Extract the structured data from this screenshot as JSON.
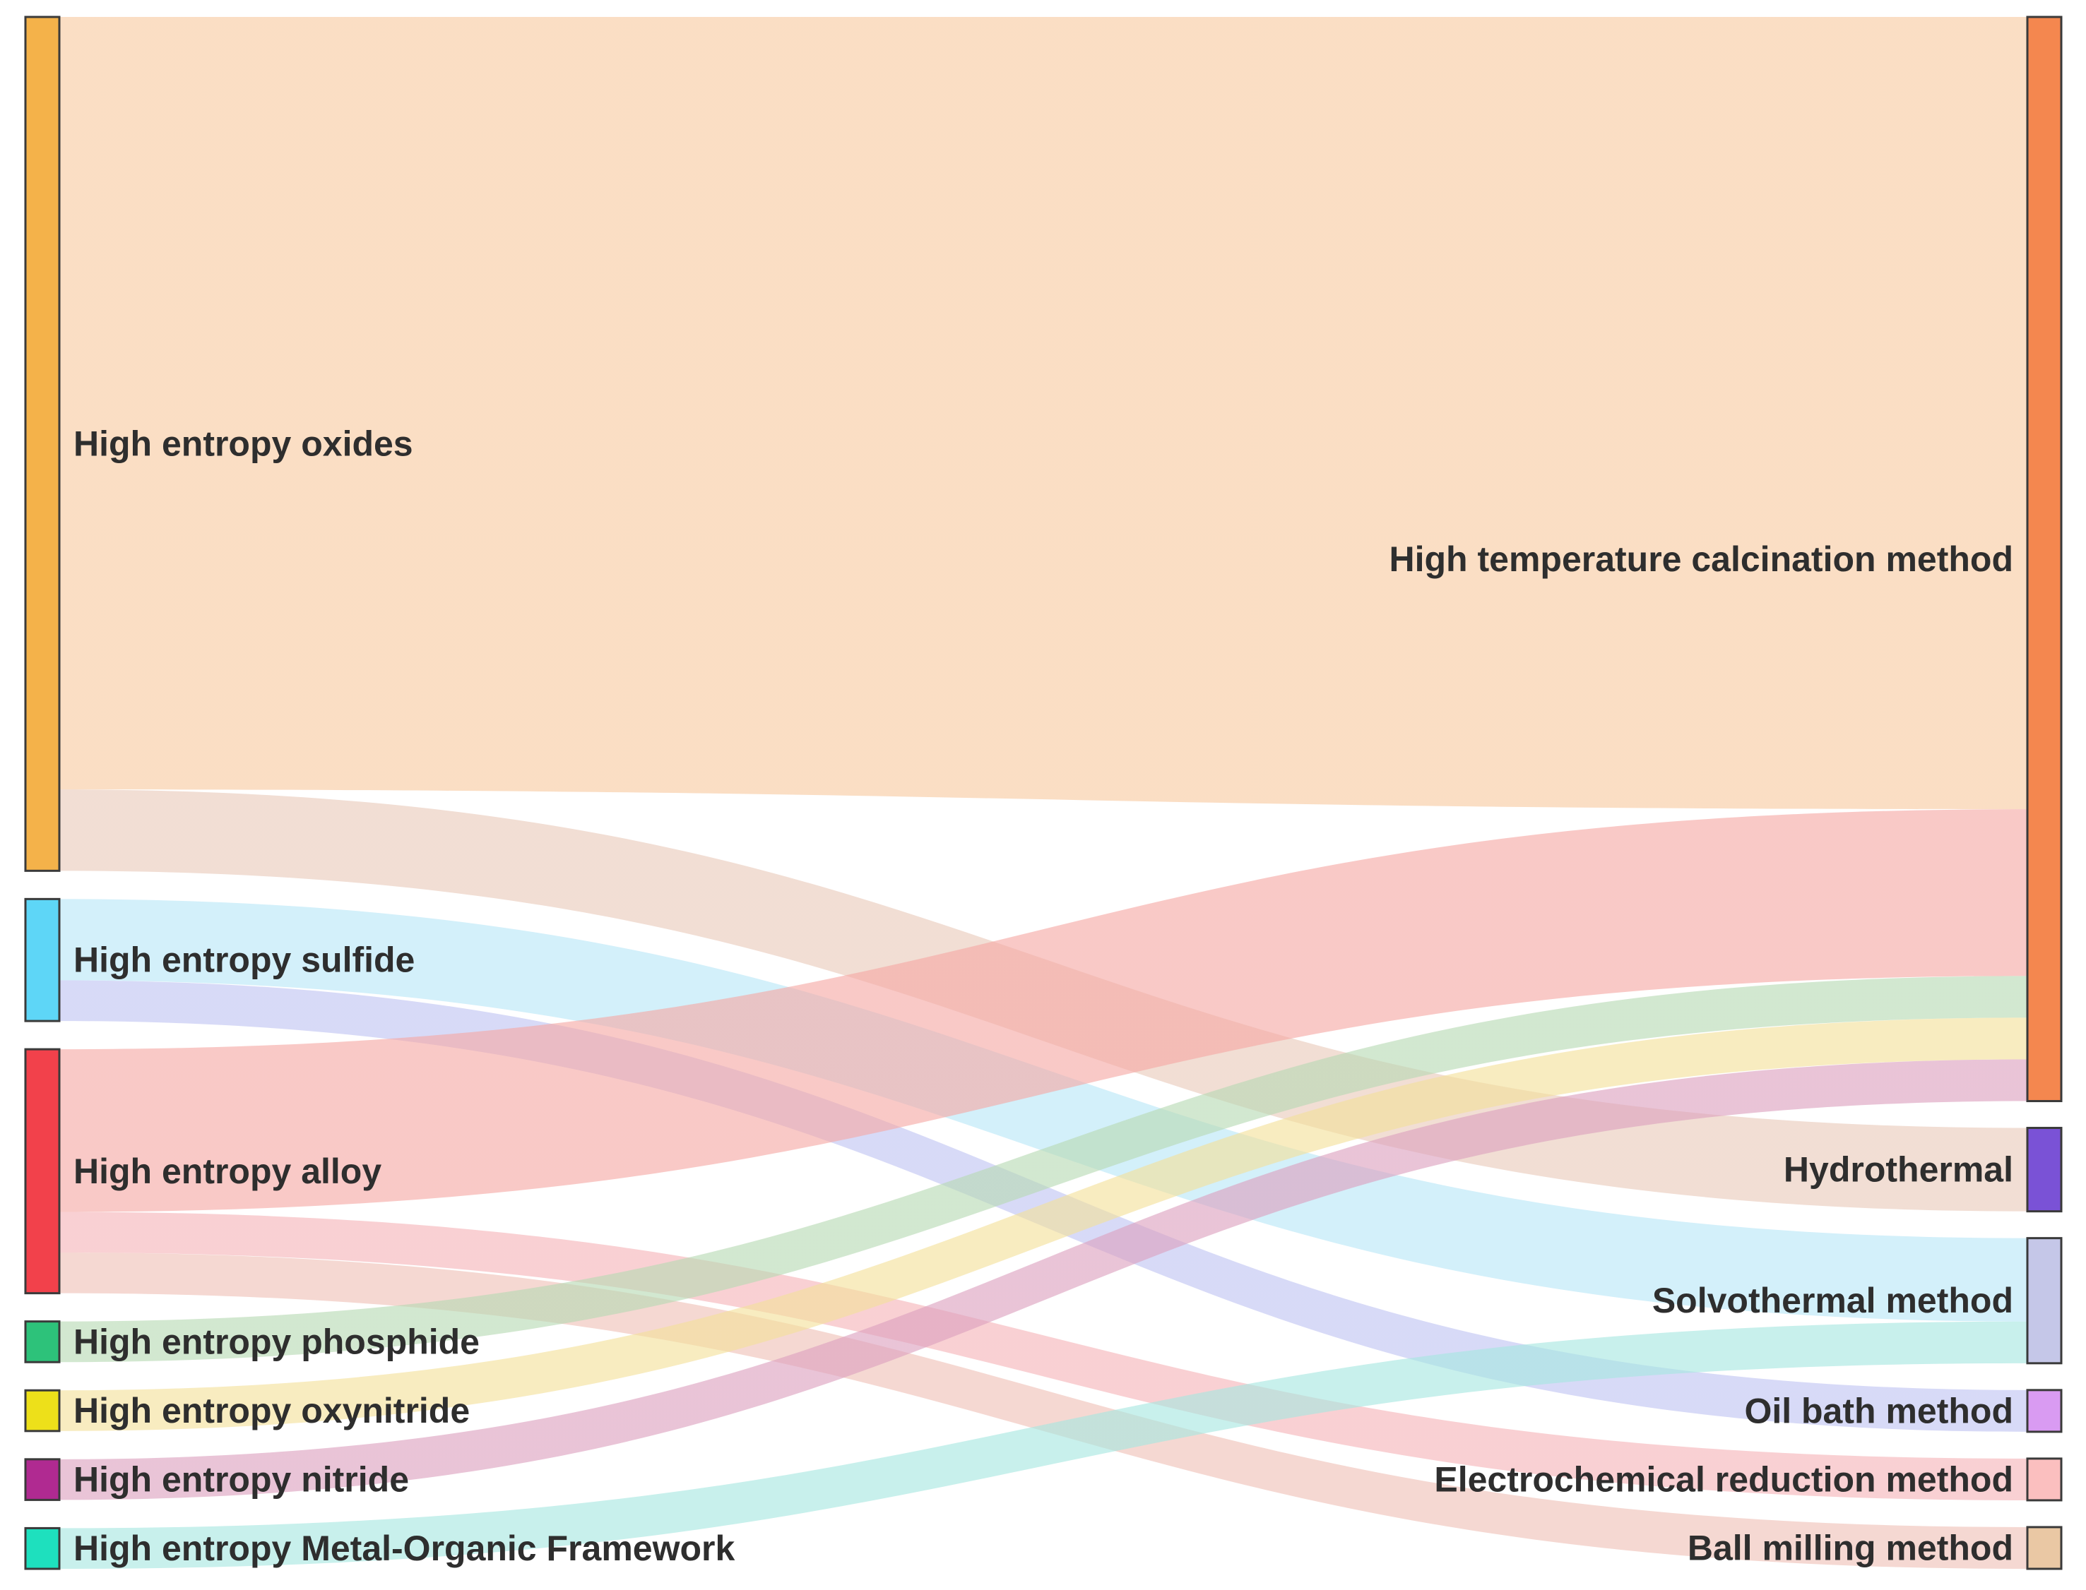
{
  "chart_data": {
    "type": "sankey",
    "units": "relative flow (estimated from band widths)",
    "sources": [
      {
        "id": "oxides",
        "label": "High entropy oxides",
        "color": "#F4B24A"
      },
      {
        "id": "sulfide",
        "label": "High entropy sulfide",
        "color": "#5ED6F7"
      },
      {
        "id": "alloy",
        "label": "High entropy alloy",
        "color": "#F2414B"
      },
      {
        "id": "phosphide",
        "label": "High entropy phosphide",
        "color": "#2DC27A"
      },
      {
        "id": "oxynitride",
        "label": "High entropy oxynitride",
        "color": "#EDE01A"
      },
      {
        "id": "nitride",
        "label": "High entropy nitride",
        "color": "#B02A91"
      },
      {
        "id": "mof",
        "label": "High entropy Metal-Organic Framework",
        "color": "#1EE0BE"
      }
    ],
    "targets": [
      {
        "id": "calcination",
        "label": "High temperature calcination method",
        "color": "#F4874F"
      },
      {
        "id": "hydrothermal",
        "label": "Hydrothermal",
        "color": "#7A52D6"
      },
      {
        "id": "solvothermal",
        "label": "Solvothermal method",
        "color": "#C5C7E8"
      },
      {
        "id": "oilbath",
        "label": "Oil bath method",
        "color": "#D99BF2"
      },
      {
        "id": "electrochemical",
        "label": "Electrochemical reduction method",
        "color": "#FBBFBF"
      },
      {
        "id": "ballmilling",
        "label": "Ball milling method",
        "color": "#EAC8A4"
      }
    ],
    "links": [
      {
        "source": "oxides",
        "target": "calcination",
        "value": 19.0,
        "color": "#F8C9A0"
      },
      {
        "source": "oxides",
        "target": "hydrothermal",
        "value": 2.0,
        "color": "#E9C9B9"
      },
      {
        "source": "sulfide",
        "target": "solvothermal",
        "value": 2.0,
        "color": "#B8E6F7"
      },
      {
        "source": "sulfide",
        "target": "oilbath",
        "value": 1.0,
        "color": "#BFC3F2"
      },
      {
        "source": "alloy",
        "target": "calcination",
        "value": 4.0,
        "color": "#F5A8A4"
      },
      {
        "source": "alloy",
        "target": "electrochemical",
        "value": 1.0,
        "color": "#F5B4B8"
      },
      {
        "source": "alloy",
        "target": "ballmilling",
        "value": 1.0,
        "color": "#EFC0B6"
      },
      {
        "source": "phosphide",
        "target": "calcination",
        "value": 1.0,
        "color": "#B7D9B3"
      },
      {
        "source": "oxynitride",
        "target": "calcination",
        "value": 1.0,
        "color": "#F3E09A"
      },
      {
        "source": "nitride",
        "target": "calcination",
        "value": 1.0,
        "color": "#DCA0BE"
      },
      {
        "source": "mof",
        "target": "solvothermal",
        "value": 1.0,
        "color": "#A6E7E0"
      }
    ]
  }
}
